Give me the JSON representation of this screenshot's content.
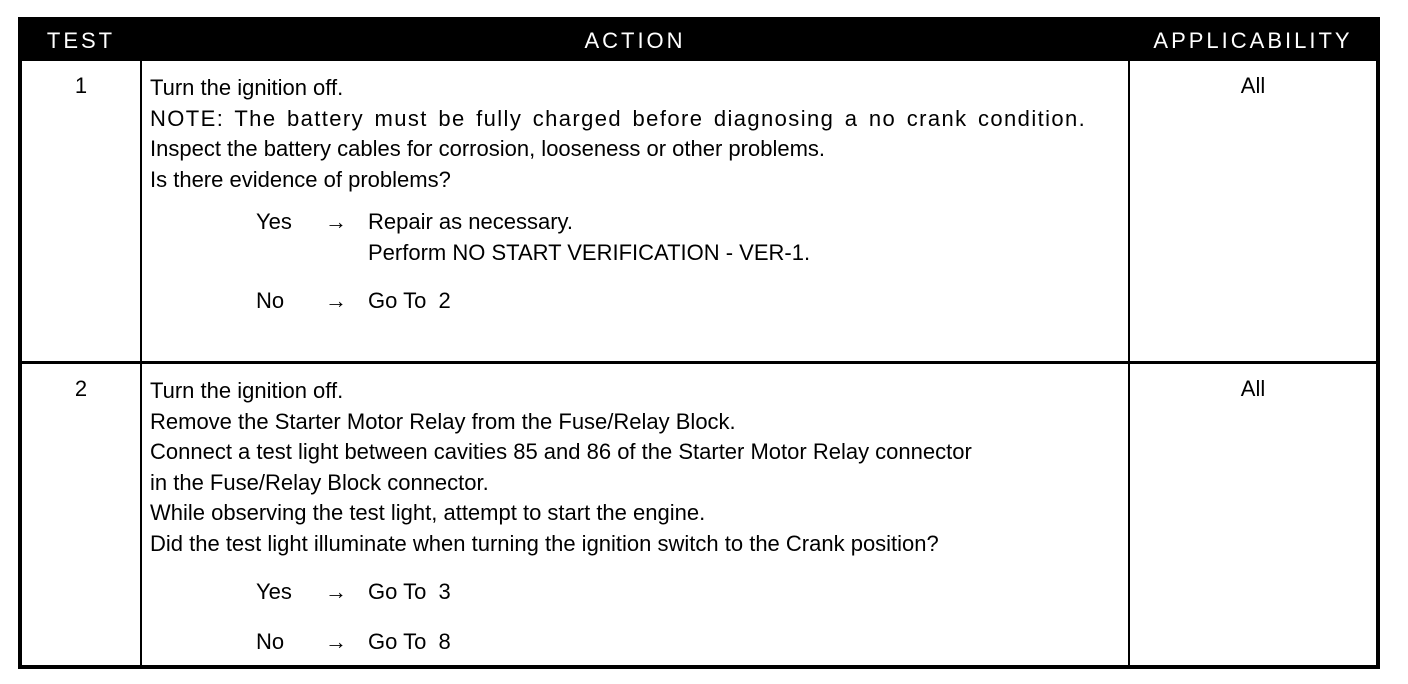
{
  "header": {
    "test": "TEST",
    "action": "ACTION",
    "applicability": "APPLICABILITY"
  },
  "rows": [
    {
      "test": "1",
      "applicability": "All",
      "lines": [
        "Turn the ignition off.",
        "NOTE: The battery must be fully charged before diagnosing a no crank condition.",
        "Inspect the battery cables for corrosion, looseness or other problems.",
        "Is there evidence of problems?"
      ],
      "responses": [
        {
          "label": "Yes",
          "arrow": "→",
          "text": [
            "Repair as necessary.",
            "Perform NO START VERIFICATION - VER-1."
          ]
        },
        {
          "label": "No",
          "arrow": "→",
          "text": [
            "Go To  2"
          ]
        }
      ]
    },
    {
      "test": "2",
      "applicability": "All",
      "lines": [
        "Turn the ignition off.",
        "Remove the Starter Motor Relay from the Fuse/Relay Block.",
        "Connect a test light between cavities 85 and 86 of the Starter Motor Relay connector",
        "in the Fuse/Relay Block connector.",
        "While observing the test light, attempt to start the engine.",
        "Did the test light illuminate when turning the ignition switch to the Crank position?"
      ],
      "responses": [
        {
          "label": "Yes",
          "arrow": "→",
          "text": [
            "Go To  3"
          ]
        },
        {
          "label": "No",
          "arrow": "→",
          "text": [
            "Go To  8"
          ]
        }
      ]
    }
  ]
}
